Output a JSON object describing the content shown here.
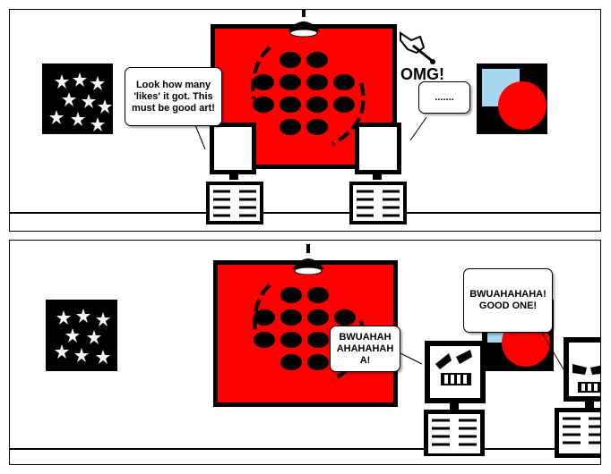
{
  "panels": [
    {
      "bubbles": [
        {
          "text": "Look how many 'likes' it got. This must be good art!"
        },
        {
          "text": "......."
        }
      ],
      "exclamation": "OMG!"
    },
    {
      "bubbles": [
        {
          "text": "BWUAHAH AHAHAHAH A!"
        },
        {
          "text": "BWUAHAHAHA! GOOD ONE!"
        }
      ]
    }
  ],
  "colors": {
    "painting_red": "#ff0000",
    "frame": "#000000",
    "light": "#cfe9ff",
    "sky_blue": "#a8d8f0"
  },
  "icons": [
    "spotlight-icon",
    "pointing-hand-icon",
    "star-icon",
    "robot-icon",
    "skull-robot-icon"
  ]
}
